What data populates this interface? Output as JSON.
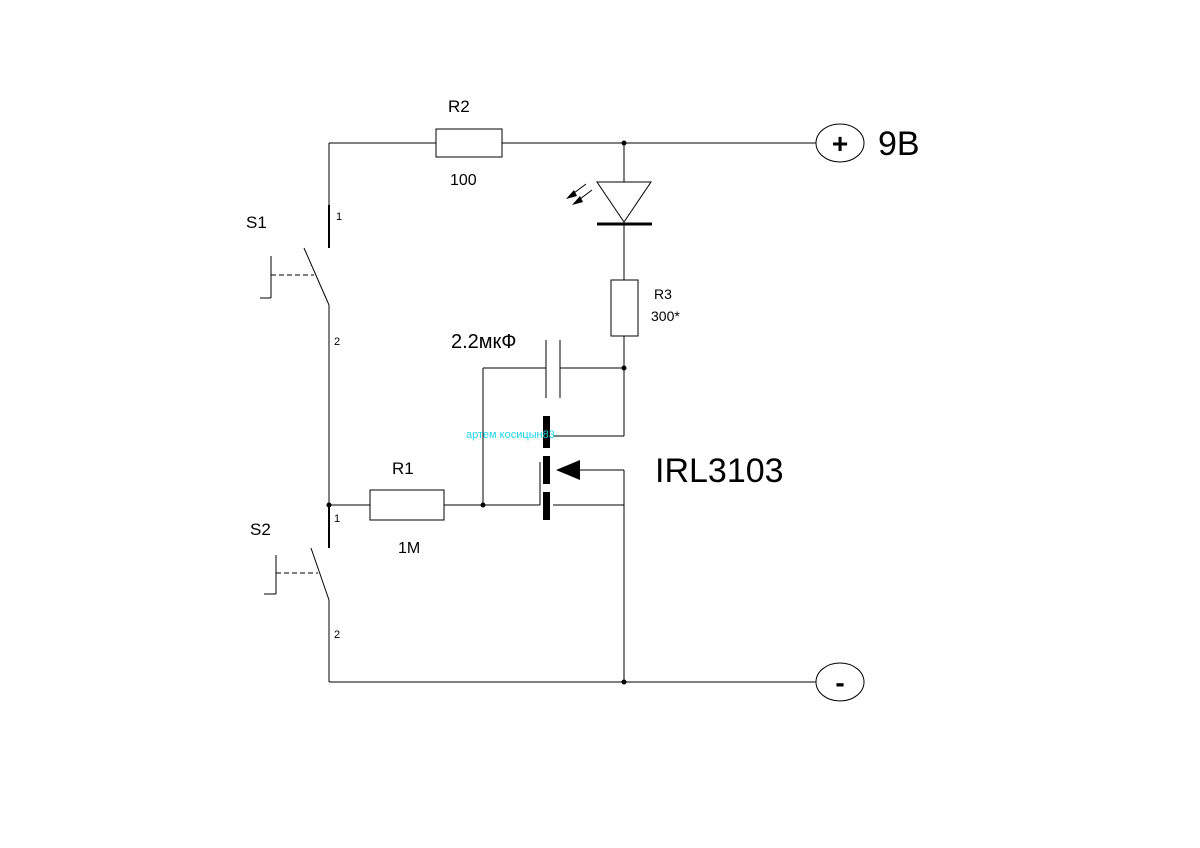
{
  "components": {
    "r2": {
      "name": "R2",
      "value": "100"
    },
    "r1": {
      "name": "R1",
      "value": "1M"
    },
    "r3": {
      "name": "R3",
      "value": "300*"
    },
    "s1": {
      "name": "S1",
      "pin1": "1",
      "pin2": "2"
    },
    "s2": {
      "name": "S2",
      "pin1": "1",
      "pin2": "2"
    },
    "capacitor": {
      "value": "2.2мкФ"
    },
    "transistor": {
      "name": "IRL3103"
    }
  },
  "terminals": {
    "positive": {
      "symbol": "+",
      "label": "9В"
    },
    "negative": {
      "symbol": "-"
    }
  },
  "watermark": "артем косицын83"
}
